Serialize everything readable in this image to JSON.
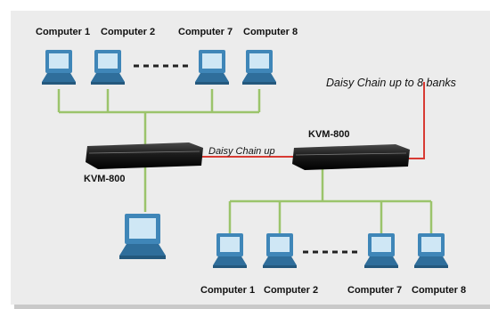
{
  "colors": {
    "panel": "#ececec",
    "panel_shadow": "#c9c9c9",
    "green_line": "#9bc46b",
    "red_line": "#d83a33",
    "monitor_frame": "#3f86b8",
    "monitor_screen": "#cfe7f5",
    "kvm_body": "#1b1b1b"
  },
  "top_labels": {
    "c1": "Computer 1",
    "c2": "Computer 2",
    "c7": "Computer 7",
    "c8": "Computer 8"
  },
  "bottom_labels": {
    "c1": "Computer 1",
    "c2": "Computer 2",
    "c7": "Computer 7",
    "c8": "Computer 8"
  },
  "switches": {
    "left": "KVM-800",
    "right": "KVM-800"
  },
  "link_label": "Daisy Chain up",
  "callout": "Daisy Chain up to 8 banks"
}
